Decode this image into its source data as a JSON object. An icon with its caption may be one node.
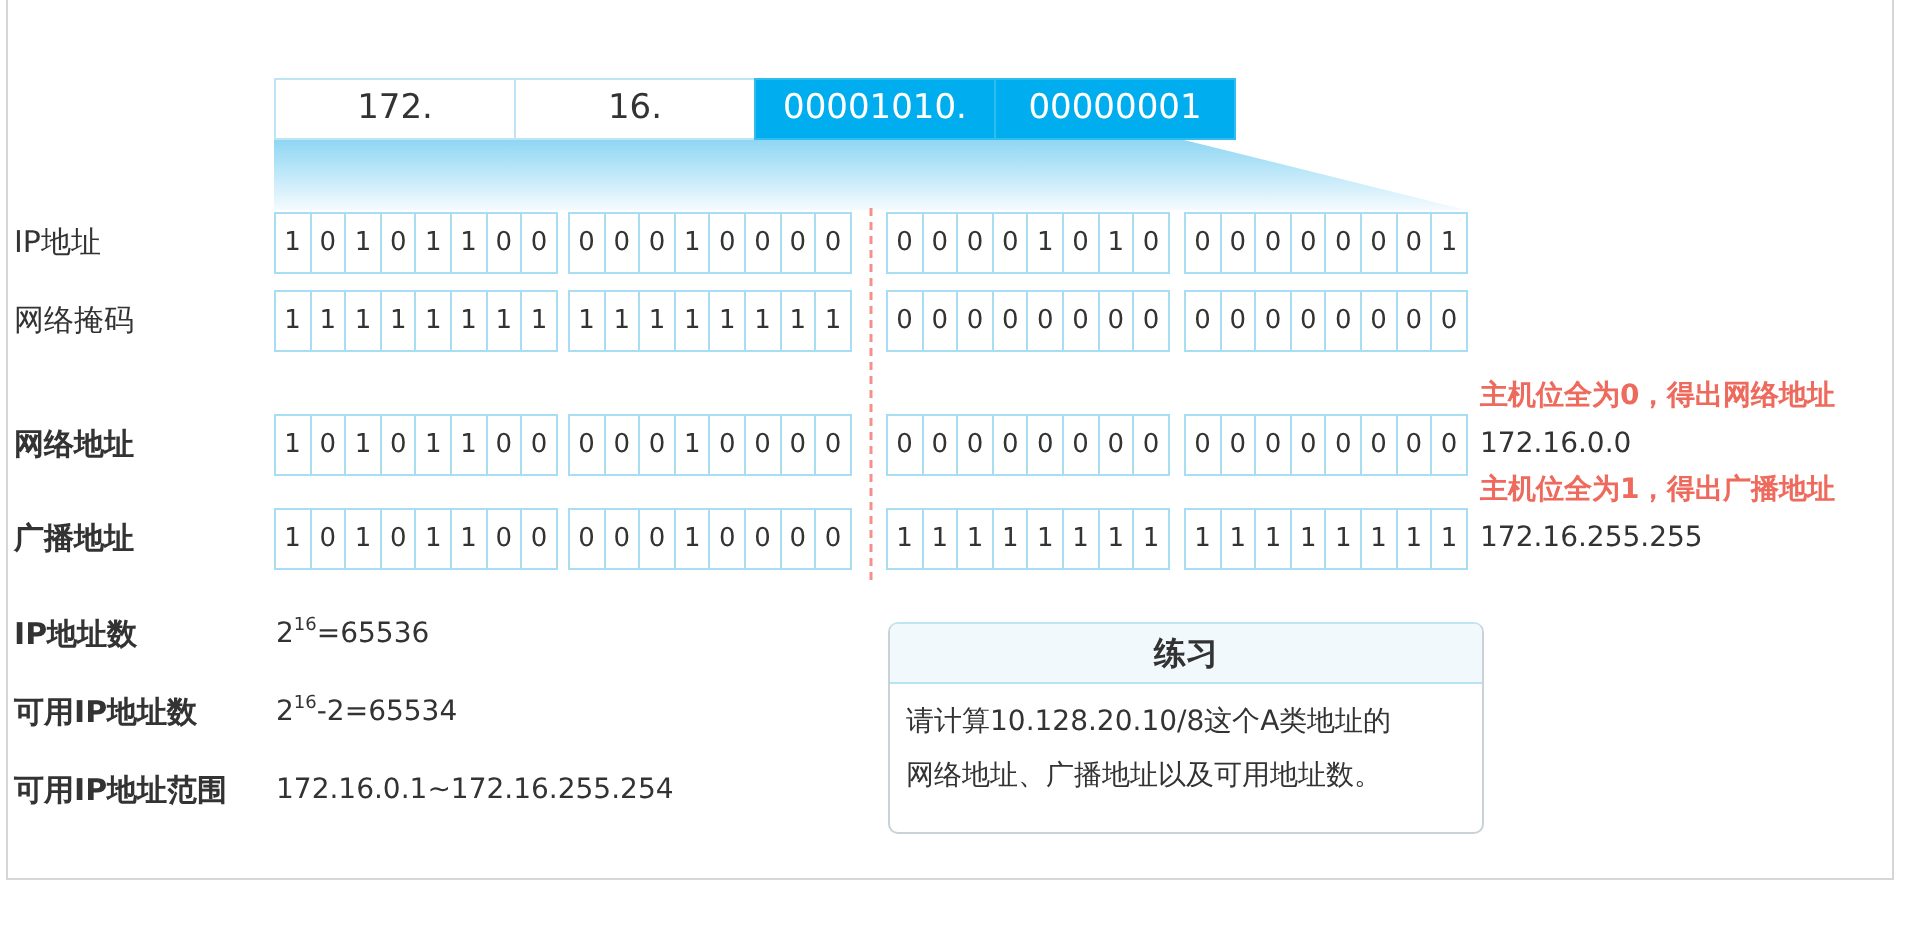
{
  "diagram": {
    "nodes": [
      {
        "text": [
          "172."
        ]
      },
      {
        "text": [
          "16."
        ]
      },
      {
        "text": [
          "00001010."
        ]
      },
      {
        "text": [
          "00000001"
        ]
      },
      {
        "text": [],
        "shape": "trapezoid"
      },
      {
        "text": [
          "练习",
          "请计算10.128.20.10/8这个A类地址的网络地址、广播地址以及可用地址数。"
        ]
      }
    ],
    "labels": [
      "IP地址",
      "1",
      "0",
      "1",
      "0",
      "1",
      "1",
      "0",
      "0",
      "0",
      "0",
      "0",
      "1",
      "0",
      "0",
      "0",
      "0",
      "0",
      "0",
      "0",
      "0",
      "1",
      "0",
      "1",
      "0",
      "0",
      "0",
      "0",
      "0",
      "0",
      "0",
      "0",
      "1",
      "网络掩码",
      "1",
      "1",
      "1",
      "1",
      "1",
      "1",
      "1",
      "1",
      "1",
      "1",
      "1",
      "1",
      "1",
      "1",
      "1",
      "1",
      "0",
      "0",
      "0",
      "0",
      "0",
      "0",
      "0",
      "0",
      "0",
      "0",
      "0",
      "0",
      "0",
      "0",
      "0",
      "0",
      "主机位全为0，得出网络地址",
      "网络地址",
      "1",
      "0",
      "1",
      "0",
      "1",
      "1",
      "0",
      "0",
      "0",
      "0",
      "0",
      "1",
      "0",
      "0",
      "0",
      "0",
      "0",
      "0",
      "0",
      "0",
      "0",
      "0",
      "0",
      "0",
      "0",
      "0",
      "0",
      "0",
      "0",
      "0",
      "0",
      "0",
      "172.16.0.0",
      "主机位全为1，得出广播地址",
      "广播地址",
      "1",
      "0",
      "1",
      "0",
      "1",
      "1",
      "0",
      "0",
      "0",
      "0",
      "0",
      "1",
      "0",
      "0",
      "0",
      "0",
      "1",
      "1",
      "1",
      "1",
      "1",
      "1",
      "1",
      "1",
      "1",
      "1",
      "1",
      "1",
      "1",
      "1",
      "1",
      "1",
      "172.16.255.255",
      "IP地址数",
      "2$^{16}$=65536",
      "可用IP地址数",
      "2$^{16}$-2=65534",
      "可用IP地址范围",
      "172.16.0.1~172.16.255.254"
    ]
  }
}
